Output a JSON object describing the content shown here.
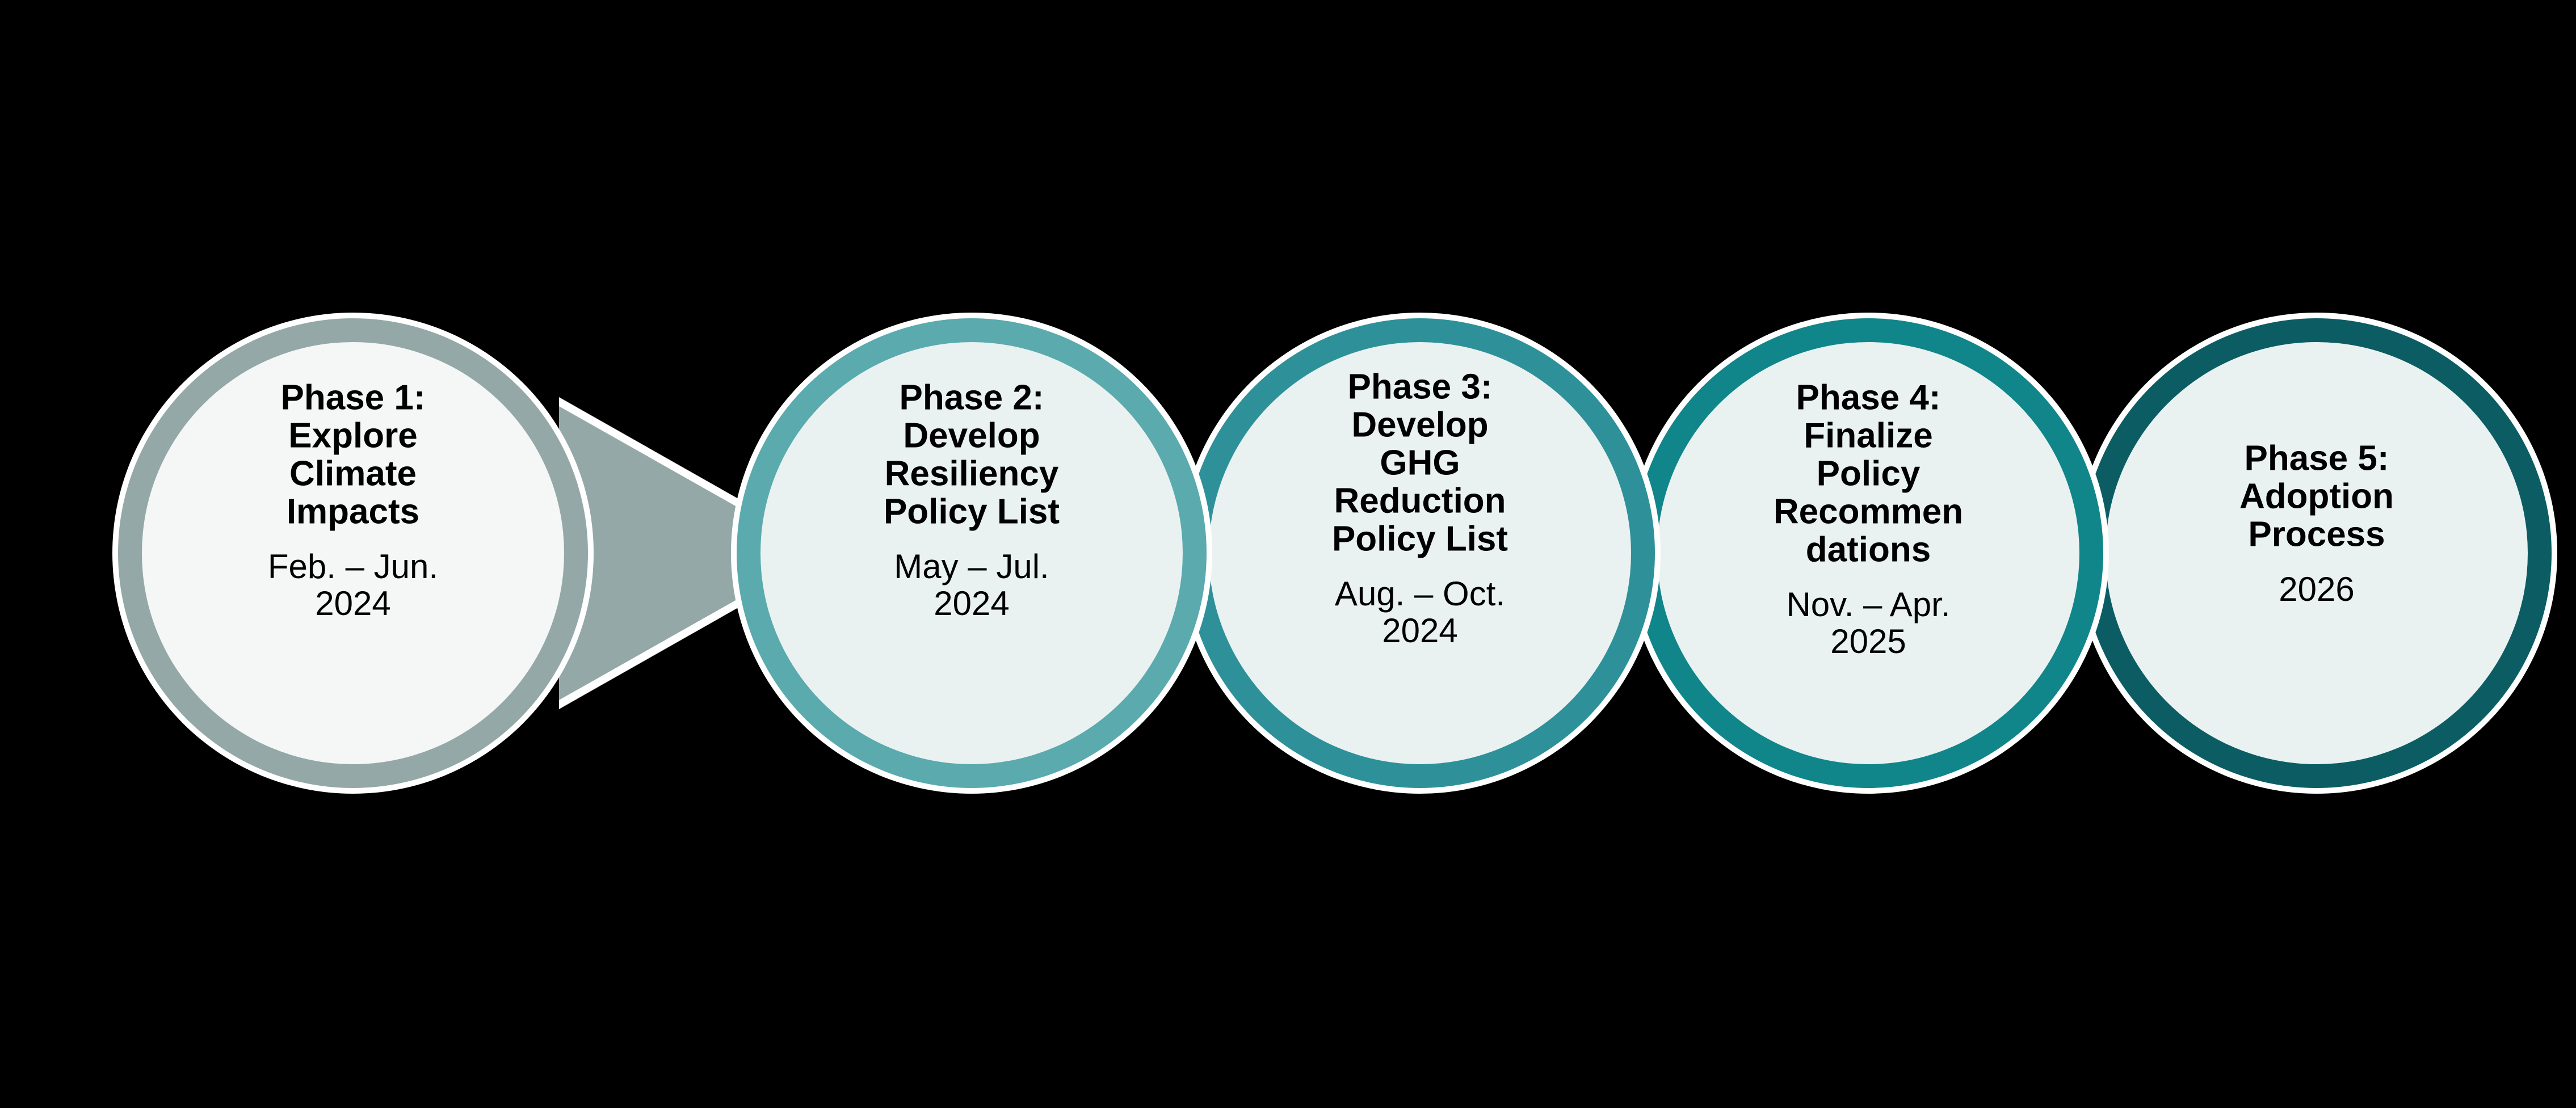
{
  "diagram": {
    "type": "process-timeline",
    "orientation": "horizontal",
    "background_color": "#000000",
    "arrow_style": "right-pointing-chevron-with-white-outline",
    "outline_color": "#FFFFFF",
    "text_color": "#000000"
  },
  "phases": [
    {
      "id": "phase-1",
      "title_line_1": "Phase 1:",
      "title_line_2": "Explore",
      "title_line_3": "Climate",
      "title_line_4": "Impacts",
      "date_line_1": "Feb. – Jun.",
      "date_line_2": "2024",
      "ring_color": "#95A8A8",
      "fill_color": "#F4F7F6",
      "arrow_color": "#95A8A8"
    },
    {
      "id": "phase-2",
      "title_line_1": "Phase 2:",
      "title_line_2": "Develop",
      "title_line_3": "Resiliency",
      "title_line_4": "Policy List",
      "date_line_1": "May – Jul.",
      "date_line_2": "2024",
      "ring_color": "#5AAAAE",
      "fill_color": "#E9F2F1",
      "arrow_color": "#4FA3A8"
    },
    {
      "id": "phase-3",
      "title_line_1": "Phase 3:",
      "title_line_2": "Develop",
      "title_line_3": "GHG",
      "title_line_4": "Reduction",
      "title_line_5": "Policy List",
      "date_line_1": "Aug. – Oct.",
      "date_line_2": "2024",
      "ring_color": "#2E9199",
      "fill_color": "#E9F2F1",
      "arrow_color": "#2E9199"
    },
    {
      "id": "phase-4",
      "title_line_1": "Phase 4:",
      "title_line_2": "Finalize",
      "title_line_3": "Policy",
      "title_line_4": "Recommen",
      "title_line_5": "dations",
      "date_line_1": "Nov. – Apr.",
      "date_line_2": "2025",
      "ring_color": "#11868A",
      "fill_color": "#E9F2F1",
      "arrow_color": "#11868A"
    },
    {
      "id": "phase-5",
      "title_line_1": "Phase 5:",
      "title_line_2": "Adoption",
      "title_line_3": "Process",
      "date_line_1": "2026",
      "ring_color": "#0B5D63",
      "fill_color": "#E9F2F1",
      "arrow_color": null
    }
  ]
}
